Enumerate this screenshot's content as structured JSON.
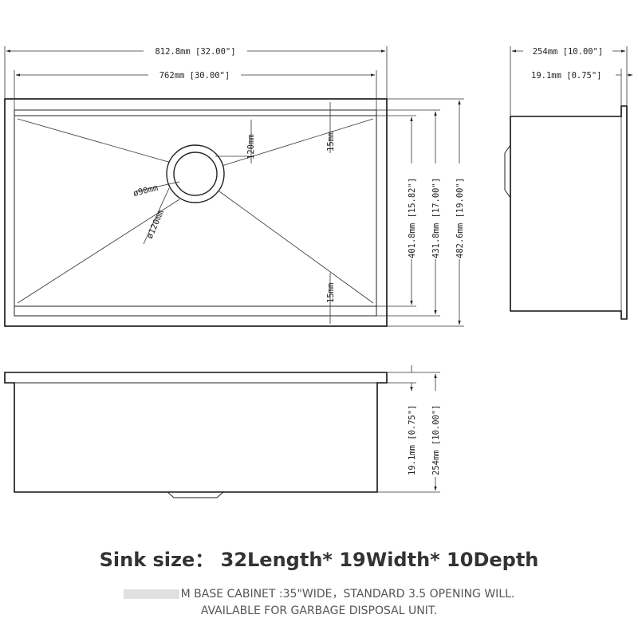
{
  "top_view": {
    "overall_width": "812.8mm [32.00\"]",
    "inner_width": "762mm [30.00\"]",
    "drain_opening": "ø90mm",
    "drain_flange": "ø120mm",
    "drain_offset": "120mm",
    "top_ledge": "15mm",
    "bottom_ledge": "15mm",
    "bowl_depth_dim": "401.8mm [15.82\"]",
    "inner_length": "431.8mm [17.00\"]",
    "overall_length": "482.6mm [19.00\"]"
  },
  "side_view": {
    "overall_depth": "254mm [10.00\"]",
    "flange": "19.1mm [0.75\"]"
  },
  "front_view": {
    "flange": "19.1mm [0.75\"]",
    "depth": "254mm [10.00\"]"
  },
  "headline": "Sink size： 32Length* 19Width* 10Depth",
  "notes": {
    "line1": "M BASE CABINET :35\"WIDE，STANDARD 3.5 OPENING WILL.",
    "line2": "AVAILABLE FOR GARBAGE DISPOSAL UNIT."
  }
}
